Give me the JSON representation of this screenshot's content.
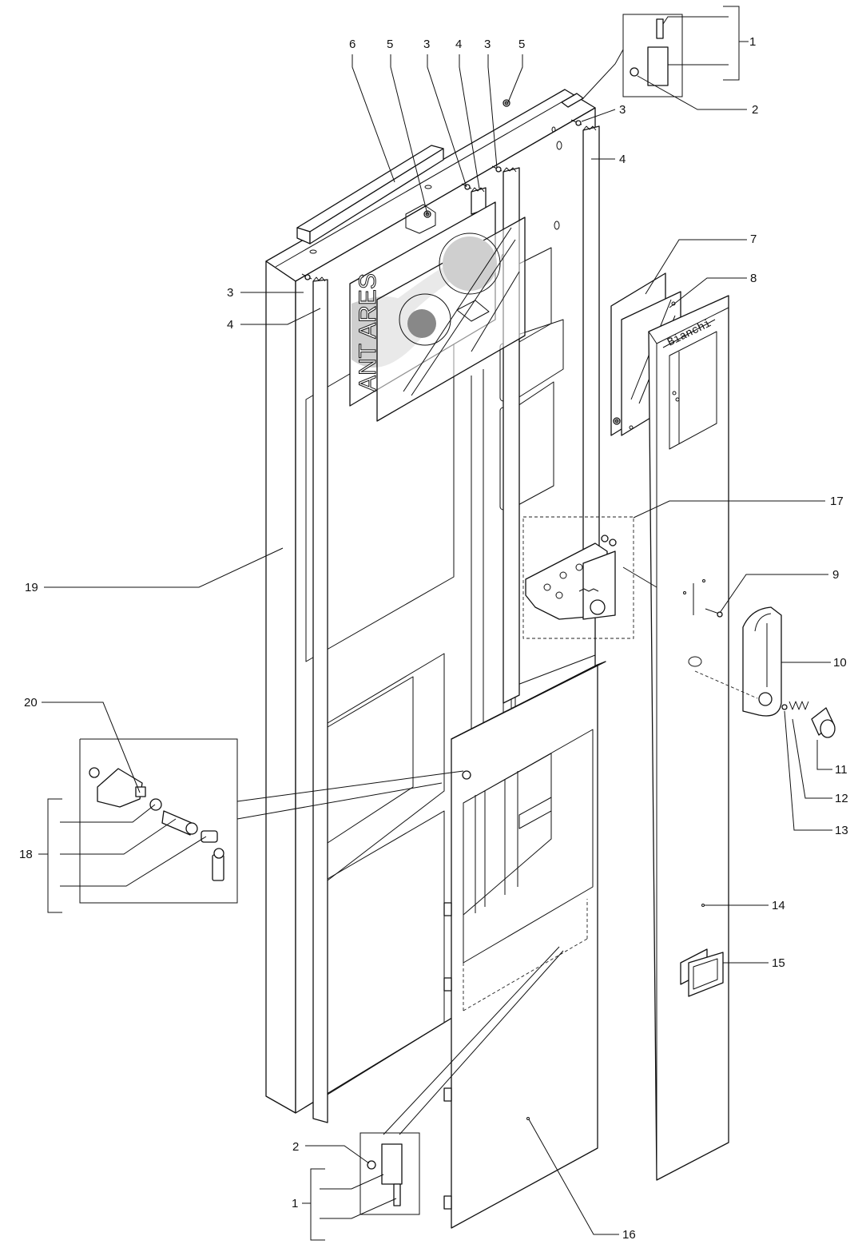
{
  "callouts": {
    "c1_top": "1",
    "c2_top": "2",
    "c3_a": "3",
    "c3_b": "3",
    "c3_c": "3",
    "c3_left": "3",
    "c4_a": "4",
    "c4_b": "4",
    "c4_left": "4",
    "c5_a": "5",
    "c5_b": "5",
    "c6": "6",
    "c7": "7",
    "c8": "8",
    "c9": "9",
    "c10": "10",
    "c11": "11",
    "c12": "12",
    "c13": "13",
    "c14": "14",
    "c15": "15",
    "c16": "16",
    "c17": "17",
    "c18": "18",
    "c19": "19",
    "c20": "20",
    "c1_bottom": "1",
    "c2_bottom": "2"
  },
  "panel_text": {
    "product_name": "ANT ARES",
    "brand_plate": "Bianchi"
  }
}
